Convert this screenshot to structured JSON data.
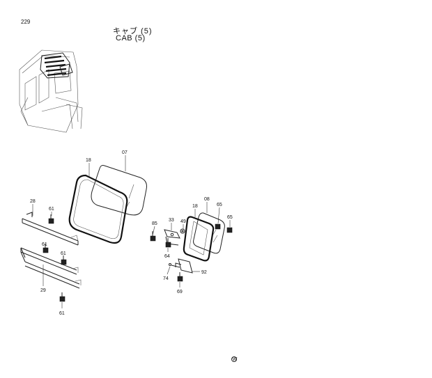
{
  "page_number": "229",
  "title_jp": "キャブ (5)",
  "title_en": "CAB (5)",
  "parts": [
    {
      "id": "callout-18a",
      "label": "18"
    },
    {
      "id": "callout-07",
      "label": "07"
    },
    {
      "id": "callout-28",
      "label": "28"
    },
    {
      "id": "callout-61a",
      "label": "61"
    },
    {
      "id": "callout-61b",
      "label": "61"
    },
    {
      "id": "callout-61c",
      "label": "61"
    },
    {
      "id": "callout-61d",
      "label": "61"
    },
    {
      "id": "callout-29",
      "label": "29"
    },
    {
      "id": "callout-85",
      "label": "85"
    },
    {
      "id": "callout-33",
      "label": "33"
    },
    {
      "id": "callout-49",
      "label": "49"
    },
    {
      "id": "callout-18b",
      "label": "18"
    },
    {
      "id": "callout-08",
      "label": "08"
    },
    {
      "id": "callout-65a",
      "label": "65"
    },
    {
      "id": "callout-65b",
      "label": "65"
    },
    {
      "id": "callout-64",
      "label": "64"
    },
    {
      "id": "callout-92",
      "label": "92"
    },
    {
      "id": "callout-74",
      "label": "74"
    },
    {
      "id": "callout-69",
      "label": "69"
    }
  ],
  "footer_mark": "W"
}
